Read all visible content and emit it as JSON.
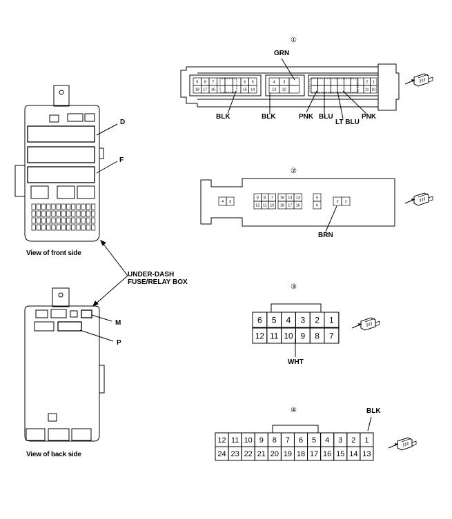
{
  "fuse_box": {
    "front_caption": "View of front side",
    "back_caption": "View of back side",
    "name_line1": "UNDER-DASH",
    "name_line2": "FUSE/RELAY BOX",
    "label_d": "D",
    "label_f": "F",
    "label_m": "M",
    "label_p": "P"
  },
  "connector1": {
    "number": "①",
    "wire_grn": "GRN",
    "wire_blk_a": "BLK",
    "wire_blk_b": "BLK",
    "wire_pnk_a": "PNK",
    "wire_blu": "BLU",
    "wire_ltblu": "LT BLU",
    "wire_pnk_b": "PNK",
    "group_a_top": [
      "9",
      "8",
      "7",
      "",
      "",
      "",
      "6",
      "5"
    ],
    "group_a_bot": [
      "18",
      "17",
      "16",
      "",
      "",
      "",
      "15",
      "14"
    ],
    "group_b_top": [
      "4",
      "3",
      ""
    ],
    "group_b_bot": [
      "13",
      "12",
      ""
    ],
    "group_c_top": [
      "",
      "",
      "",
      "",
      "",
      "",
      "",
      "",
      "2",
      "1"
    ],
    "group_c_bot": [
      "",
      "",
      "",
      "",
      "",
      "",
      "",
      "",
      "11",
      "10"
    ]
  },
  "connector2": {
    "number": "②",
    "wire_brn": "BRN",
    "left_pair": [
      "4",
      "3"
    ],
    "mid_top": [
      "9",
      "8",
      "7",
      "15",
      "14",
      "13"
    ],
    "mid_bot": [
      "12",
      "11",
      "10",
      "18",
      "17",
      "16"
    ],
    "side_pair": [
      "5",
      "6"
    ],
    "right_pair": [
      "2",
      "1"
    ]
  },
  "connector3": {
    "number": "③",
    "wire_wht": "WHT",
    "top": [
      "6",
      "5",
      "4",
      "3",
      "2",
      "1"
    ],
    "bottom": [
      "12",
      "11",
      "10",
      "9",
      "8",
      "7"
    ]
  },
  "connector4": {
    "number": "④",
    "wire_blk": "BLK",
    "top": [
      "12",
      "11",
      "10",
      "9",
      "8",
      "7",
      "6",
      "5",
      "4",
      "3",
      "2",
      "1"
    ],
    "bottom": [
      "24",
      "23",
      "22",
      "21",
      "20",
      "19",
      "18",
      "17",
      "16",
      "15",
      "14",
      "13"
    ]
  }
}
